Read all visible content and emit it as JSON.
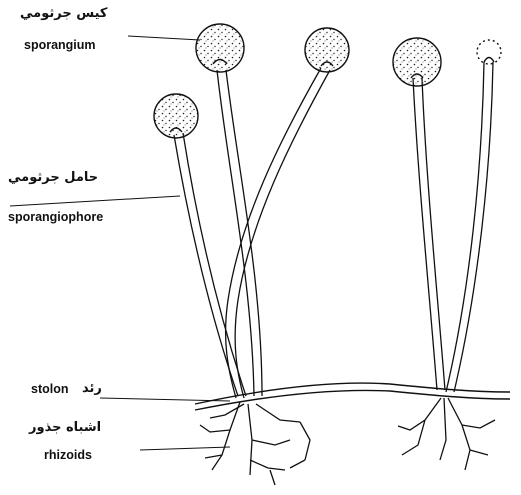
{
  "labels": {
    "sporangium_ar": "كيس جرثومي",
    "sporangium_en": "sporangium",
    "sporangiophore_ar": "حامل جرثومي",
    "sporangiophore_en": "sporangiophore",
    "stolon_en": "stolon",
    "stolon_ar": "رئد",
    "rhizoids_ar": "اشباه جذور",
    "rhizoids_en": "rhizoids"
  },
  "colors": {
    "ink": "#111111",
    "background": "#ffffff"
  }
}
